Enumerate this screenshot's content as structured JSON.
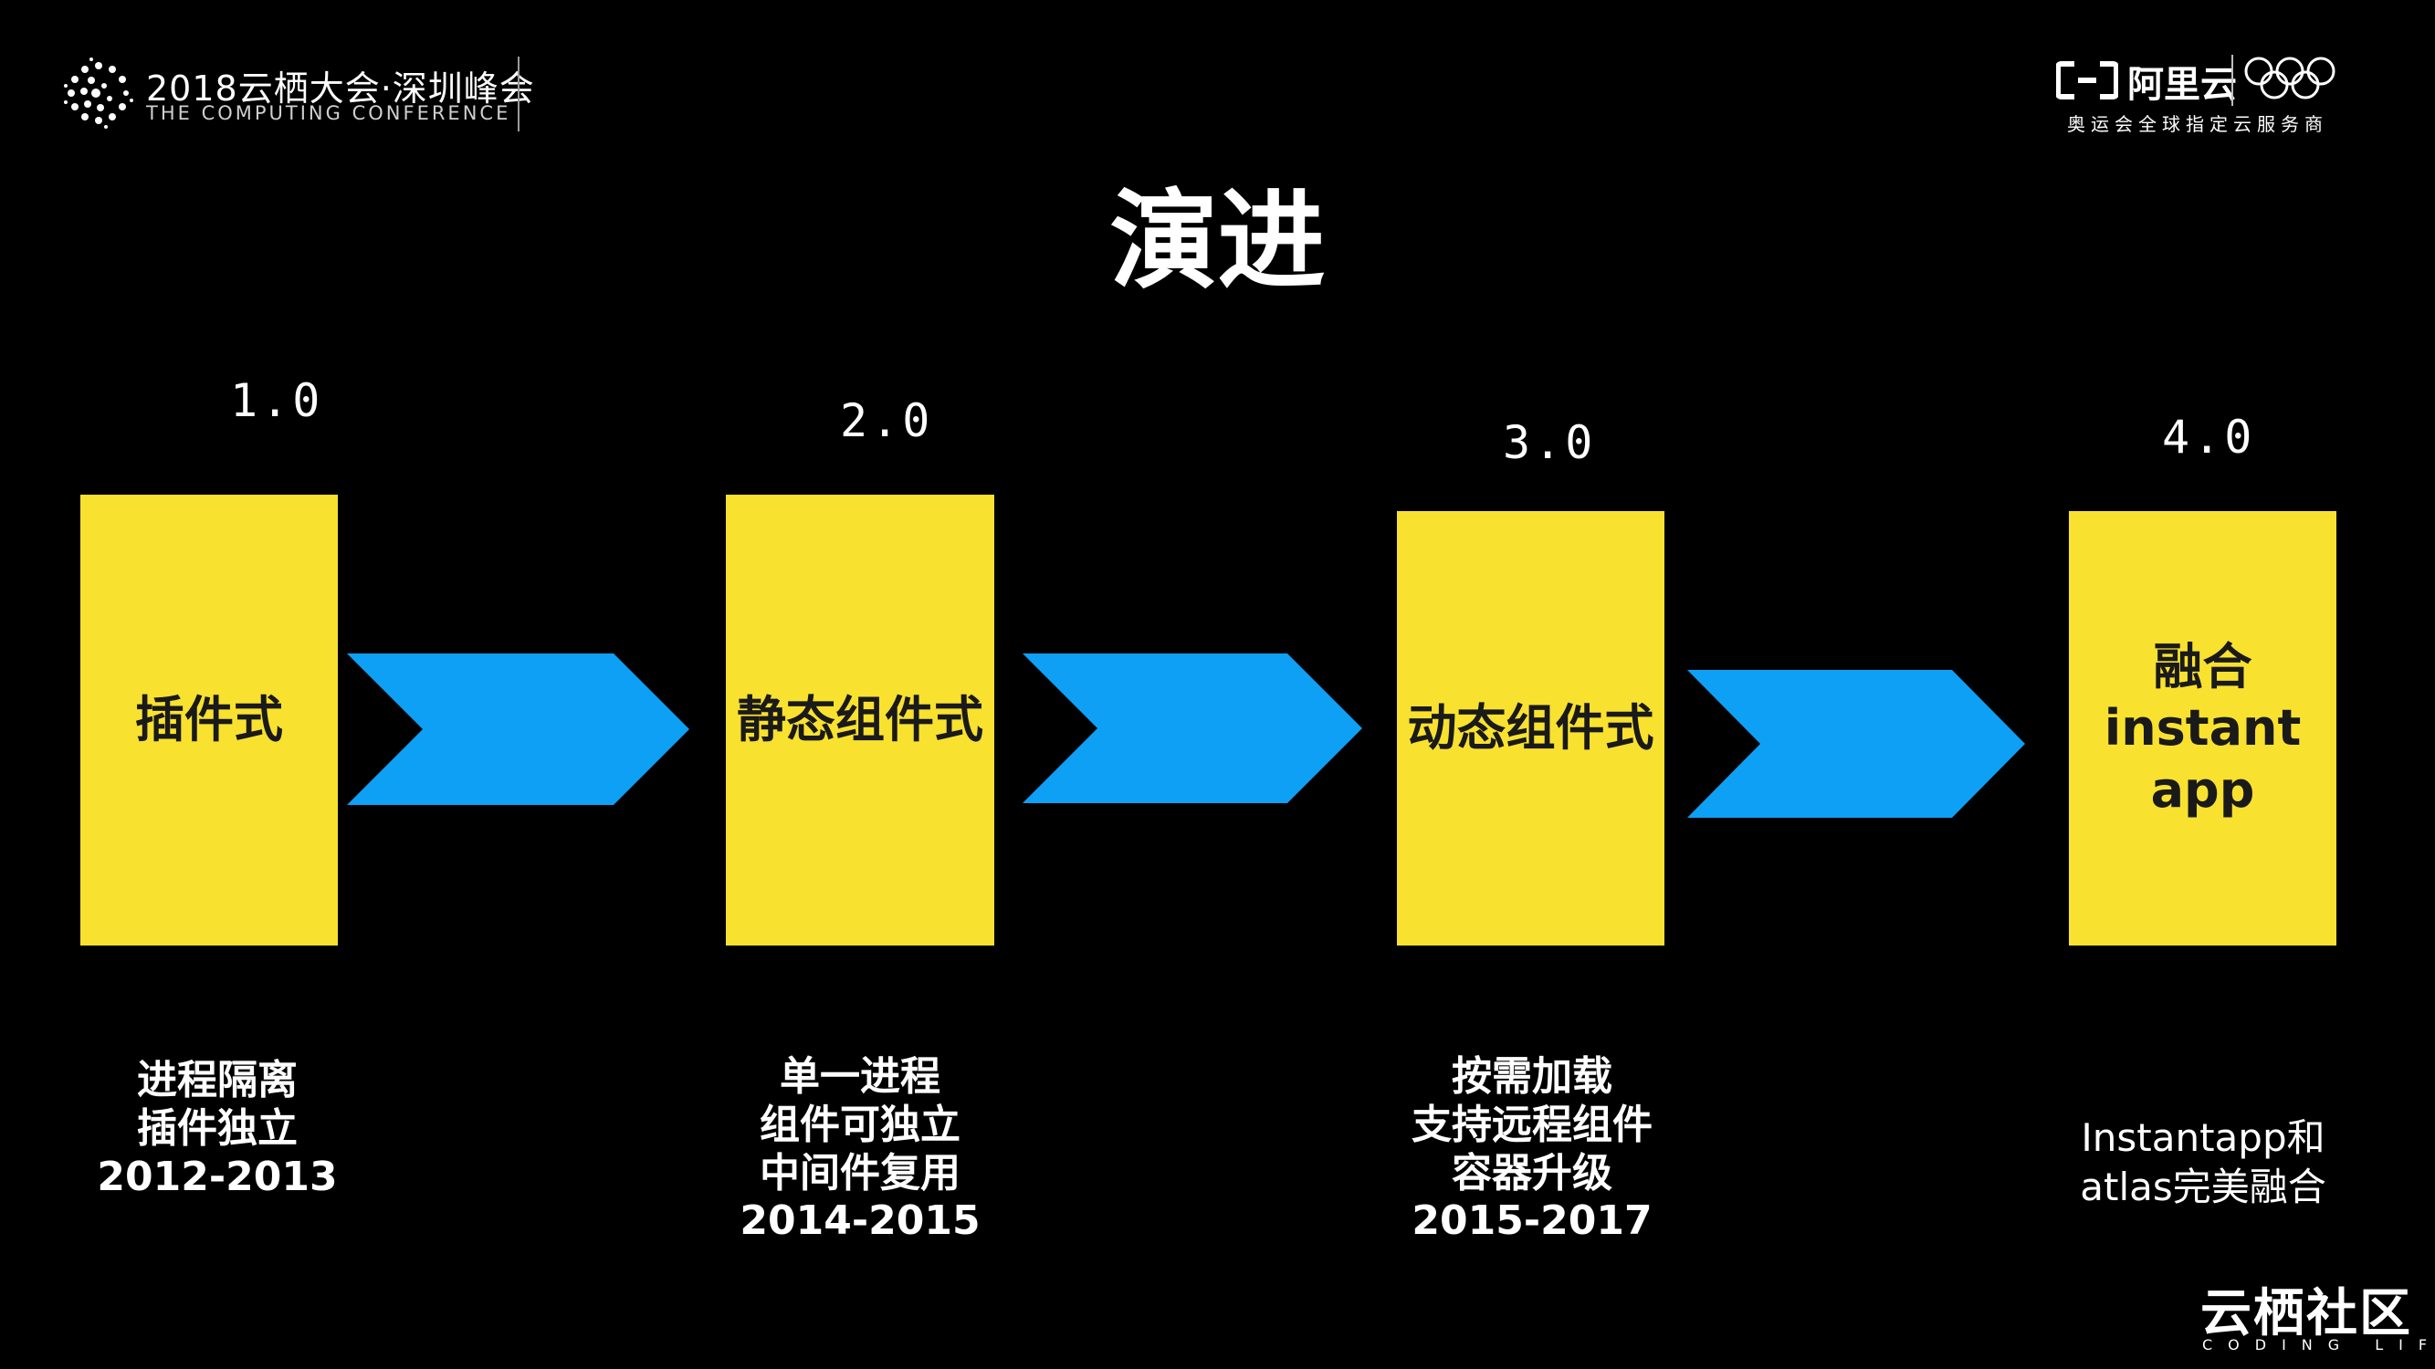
{
  "header": {
    "conference_title": "2018云栖大会·深圳峰会",
    "conference_subtitle": "THE COMPUTING CONFERENCE",
    "brand_name": "阿里云",
    "brand_tagline": "奥运会全球指定云服务商"
  },
  "title": "演进",
  "stages": [
    {
      "version": "1.0",
      "label": [
        "插件式"
      ],
      "desc": [
        "进程隔离",
        "插件独立",
        "2012-2013"
      ]
    },
    {
      "version": "2.0",
      "label": [
        "静态组件式"
      ],
      "desc": [
        "单一进程",
        "组件可独立",
        "中间件复用",
        "2014-2015"
      ]
    },
    {
      "version": "3.0",
      "label": [
        "动态组件式"
      ],
      "desc": [
        "按需加载",
        "支持远程组件",
        "容器升级",
        "2015-2017"
      ]
    },
    {
      "version": "4.0",
      "label": [
        "融合",
        "instant",
        "app"
      ],
      "desc": [
        "Instantapp和",
        "atlas完美融合"
      ]
    }
  ],
  "footer": {
    "logo_text": "云栖社区",
    "logo_subtitle": "CODING LIFE"
  },
  "colors": {
    "background": "#000000",
    "box": "#f9e130",
    "arrow": "#0ea0f5",
    "text": "#ffffff"
  }
}
